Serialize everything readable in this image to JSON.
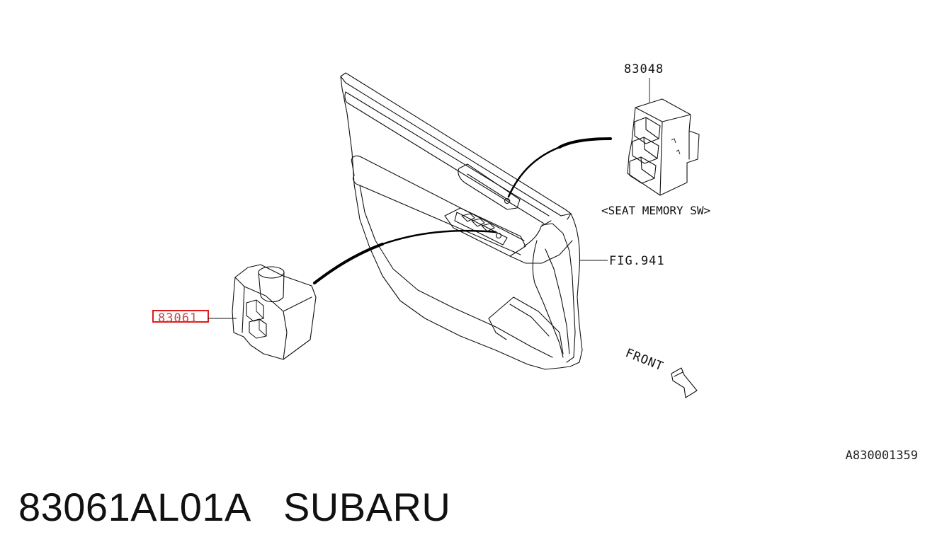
{
  "diagram": {
    "callouts": {
      "seat_memory_part": "83048",
      "seat_memory_caption": "<SEAT MEMORY SW>",
      "door_panel_ref": "FIG.941",
      "mirror_switch_part": "83061",
      "front_indicator": "FRONT"
    },
    "highlight_color": "#e00000",
    "reference_code": "A830001359"
  },
  "part_title": "83061AL01A   SUBARU"
}
